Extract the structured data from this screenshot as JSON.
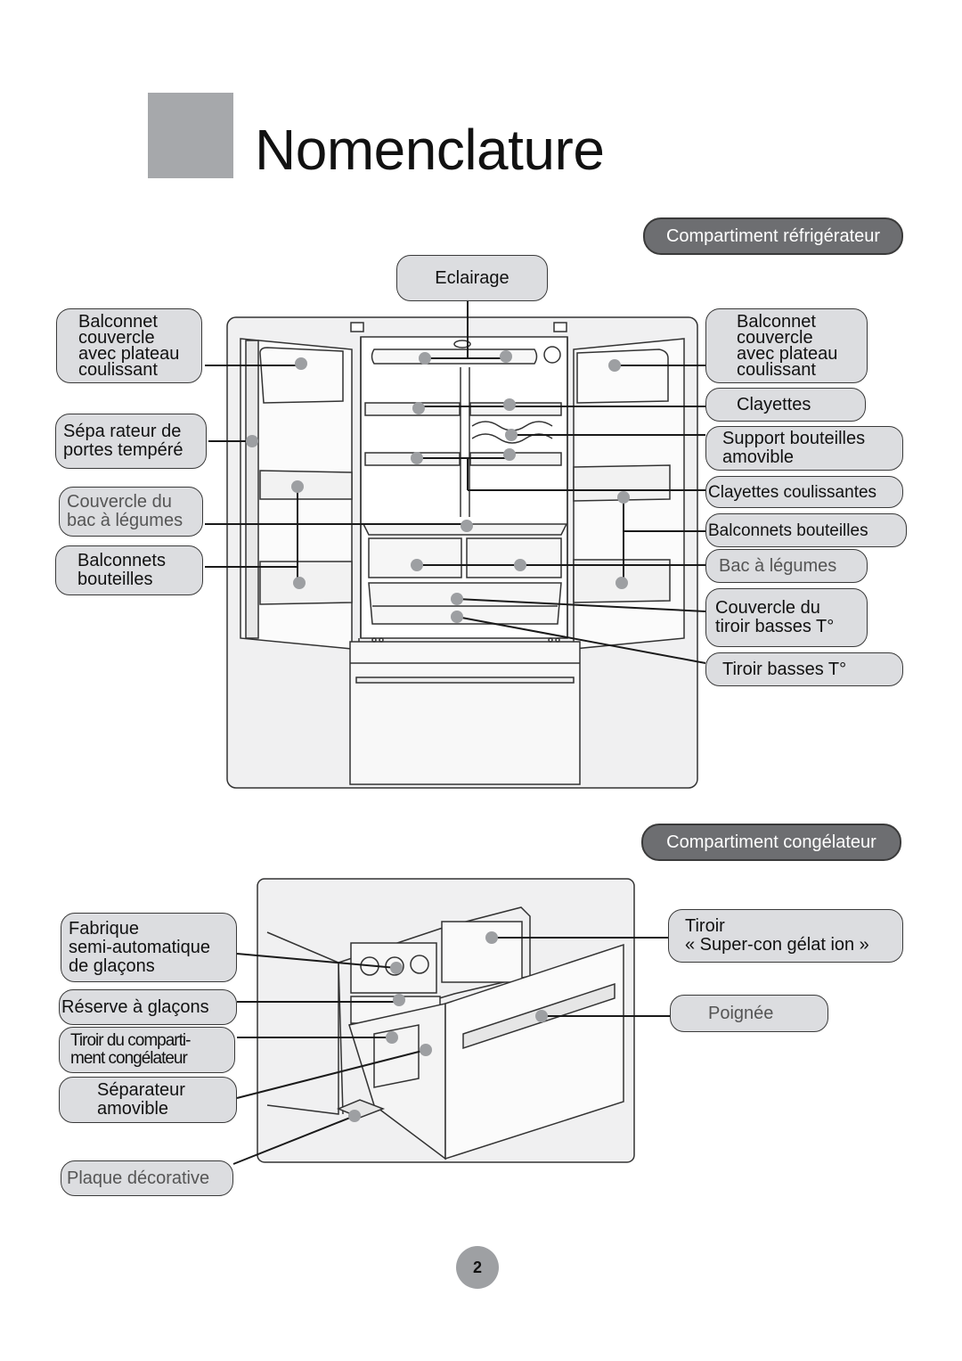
{
  "page": {
    "title": "Nomenclature",
    "page_number": "2"
  },
  "fridge": {
    "section": "Compartiment réfrigérateur",
    "labels": {
      "eclairage": "Eclairage",
      "balconnet_left": "Balconnet\ncouvercle\navec plateau\ncoulissant",
      "balconnet_right": "Balconnet\ncouvercle\navec plateau\ncoulissant",
      "separateur": "Sépa rateur de\nportes tempéré",
      "couvercle_bac": "Couvercle du\nbac à légumes",
      "balconnets_left": "Balconnets\nbouteilles",
      "clayettes": "Clayettes",
      "support_bouteilles": "Support bouteilles\namovible",
      "clayettes_coulissantes": "Clayettes coulissantes",
      "balconnets_right": "Balconnets bouteilles",
      "bac_legumes": "Bac à légumes",
      "couvercle_tiroir": "Couvercle du\ntiroir basses T°",
      "tiroir_basses": "Tiroir  basses T°"
    }
  },
  "freezer": {
    "section": "Compartiment  congélateur",
    "labels": {
      "fabrique": "Fabrique\nsemi-automatique\nde glaçons",
      "reserve": "Réserve à glaçons",
      "tiroir_compartiment": "Tiroir du comparti-\nment congélateur",
      "separateur_amovible": "Séparateur\namovible",
      "plaque": "Plaque décorative",
      "tiroir_super": "Tiroir\n« Super-con gélat ion »",
      "poignee": "Poignée"
    }
  },
  "colors": {
    "label_bg": "#dcdde0",
    "section_bg": "#6d6e71",
    "dot": "#9d9fa2",
    "line": "#1a1a1a",
    "panel": "#f0f0f1"
  }
}
